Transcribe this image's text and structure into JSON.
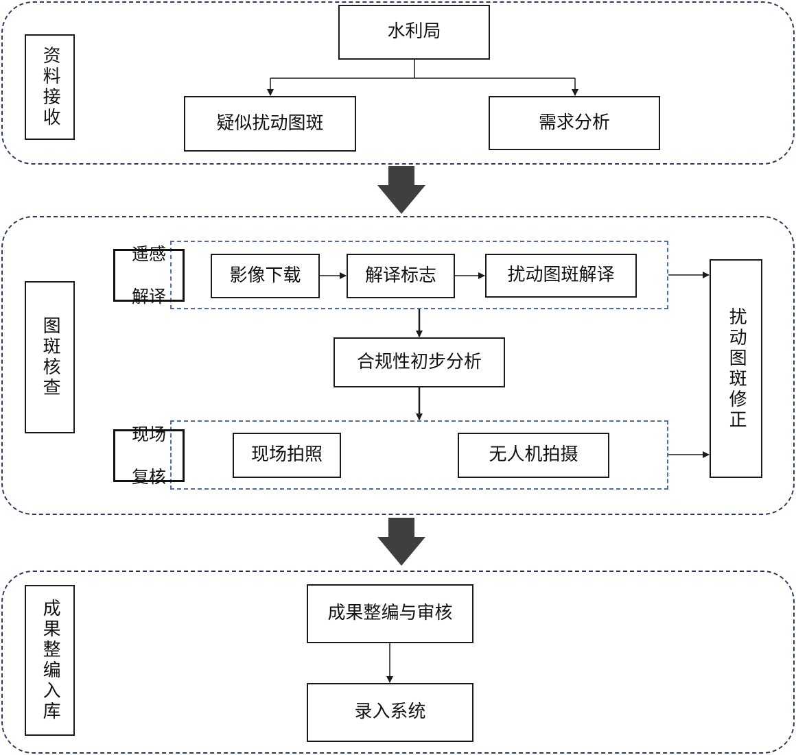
{
  "stages": {
    "intake": {
      "label": "资料接收"
    },
    "verify": {
      "label": "图斑核查"
    },
    "output": {
      "label": "成果整编入库"
    }
  },
  "nodes": {
    "water_bureau": "水利局",
    "suspected_patches": "疑似扰动图斑",
    "needs_analysis": "需求分析",
    "image_download": "影像下载",
    "interp_marks": "解译标志",
    "patch_interp": "扰动图斑解译",
    "compliance": "合规性初步分析",
    "site_photo": "现场拍照",
    "uav_photo": "无人机拍摄",
    "patch_fix": "扰动图斑修正",
    "compile_review": "成果整编与审核",
    "enter_system": "录入系统"
  },
  "groups": {
    "remote_sensing": {
      "label_line1": "遥感",
      "label_line2": "解译"
    },
    "field_check": {
      "label_line1": "现场",
      "label_line2": "复核"
    }
  },
  "colors": {
    "panel_border": "#2b3a5c",
    "group_border": "#4a6aa8",
    "big_arrow": "#3f3f3f",
    "line": "#1a1a1a"
  }
}
